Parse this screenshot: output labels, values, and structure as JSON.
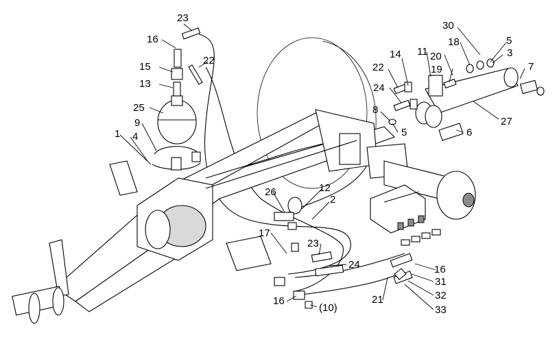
{
  "callouts": {
    "c1": "1",
    "c2": "2",
    "c3": "3",
    "c4": "4",
    "c5a": "5",
    "c5b": "5",
    "c6": "6",
    "c7": "7",
    "c8": "8",
    "c9": "9",
    "c10": "(10)",
    "c11": "11",
    "c12": "12",
    "c13": "13",
    "c14": "14",
    "c15": "15",
    "c16a": "16",
    "c16b": "16",
    "c16c": "16",
    "c17": "17",
    "c18": "18",
    "c19": "19",
    "c20": "20",
    "c21": "21",
    "c22a": "22",
    "c22b": "22",
    "c23a": "23",
    "c23b": "23",
    "c24a": "24",
    "c24b": "24",
    "c25": "25",
    "c26": "26",
    "c27": "27",
    "c30": "30",
    "c31": "31",
    "c32": "32",
    "c33": "33"
  }
}
